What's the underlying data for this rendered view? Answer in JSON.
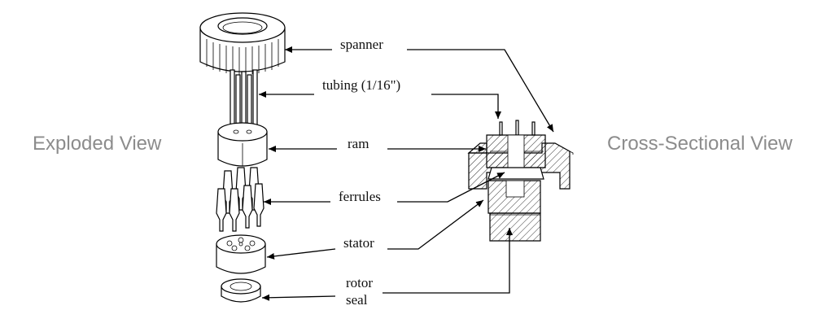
{
  "titles": {
    "left": "Exploded View",
    "right": "Cross-Sectional View"
  },
  "labels": {
    "spanner": "spanner",
    "tubing": "tubing (1/16\")",
    "ram": "ram",
    "ferrules": "ferrules",
    "stator": "stator",
    "rotor_line1": "rotor",
    "rotor_line2": "seal"
  }
}
